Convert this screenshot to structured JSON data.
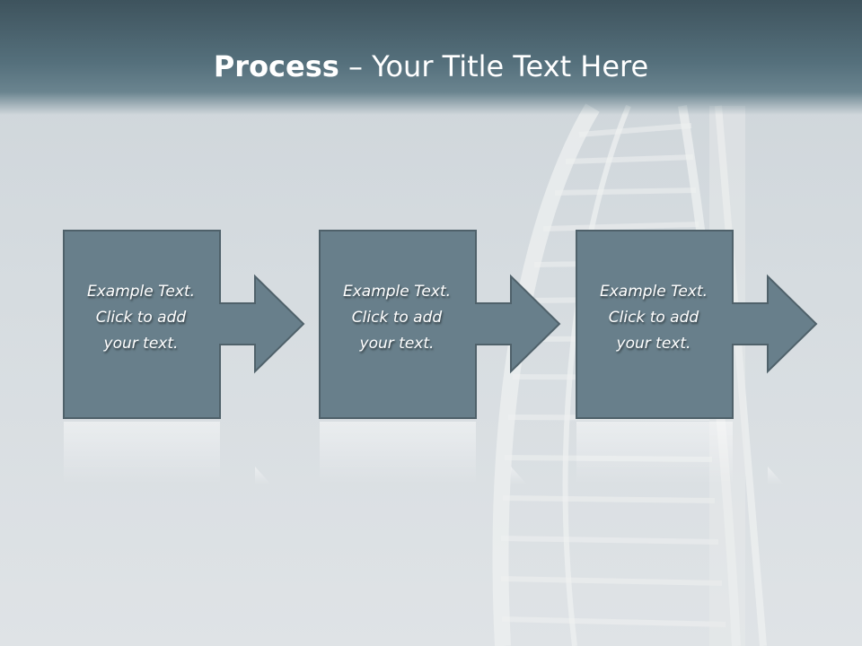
{
  "slide": {
    "title_bold": "Process",
    "title_rest": " – Your Title Text Here",
    "steps": [
      {
        "line1": "Example Text.",
        "line2": "Click  to add",
        "line3": "your text."
      },
      {
        "line1": "Example Text.",
        "line2": "Click  to add",
        "line3": "your text."
      },
      {
        "line1": "Example Text.",
        "line2": "Click  to add",
        "line3": "your text."
      }
    ]
  },
  "colors": {
    "box_fill": "#687f8b",
    "box_border": "#4f616a",
    "title_band": "#55707c",
    "background": "#d3d9dd"
  }
}
